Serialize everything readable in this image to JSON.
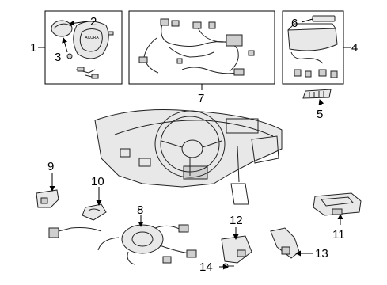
{
  "callouts": [
    "1",
    "2",
    "3",
    "4",
    "5",
    "6",
    "7",
    "8",
    "9",
    "10",
    "11",
    "12",
    "13",
    "14"
  ],
  "inset_badge_text": "ACURA"
}
